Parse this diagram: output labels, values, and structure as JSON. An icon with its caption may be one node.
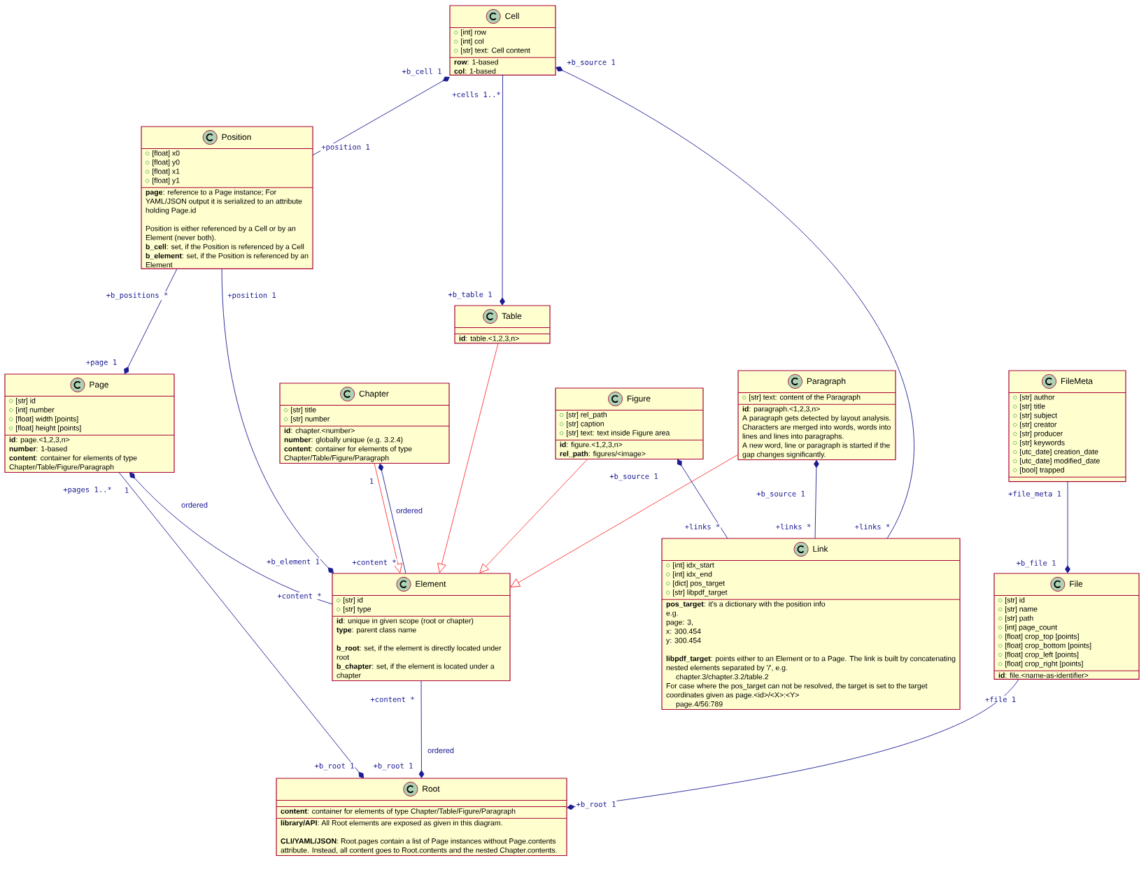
{
  "diagram": {
    "nodes": [
      {
        "text": [
          "Cell",
          "[int] row",
          "[int] col",
          "[str] text: Cell content",
          "**row**: 1-based",
          "**col**: 1-based"
        ]
      },
      {
        "text": [
          "Position",
          "[float] x0",
          "[float] y0",
          "[float] x1",
          "[float] y1",
          "**page**: reference to a Page instance; For YAML/JSON output it is serialized to an attribute holding Page.id",
          "Position is either referenced by a Cell or by an Element (never both).",
          "**b_cell**: set, if the Position is referenced by a Cell",
          "**b_element**: set, if the Position is referenced by an Element"
        ]
      },
      {
        "text": [
          "Table",
          "**id**: table.<1,2,3,n>"
        ]
      },
      {
        "text": [
          "Page",
          "[str] id",
          "[int] number",
          "[float] width [points]",
          "[float] height [points]",
          "**id**: page.<1,2,3,n>",
          "**number**: 1-based",
          "**content**: container for elements of type Chapter/Table/Figure/Paragraph"
        ]
      },
      {
        "text": [
          "Chapter",
          "[str] title",
          "[str] number",
          "**id**: chapter.<number>",
          "**number**: globally unique (e.g. 3.2.4)",
          "**content**: container for elements of type Chapter/Table/Figure/Paragraph"
        ]
      },
      {
        "text": [
          "Figure",
          "[str] rel_path",
          "[str] caption",
          "[str] text: text inside Figure area",
          "**id**: figure.<1,2,3,n>",
          "**rel_path**: figures/<image>"
        ]
      },
      {
        "text": [
          "Paragraph",
          "[str] text: content of the Paragraph",
          "**id**: paragraph.<1,2,3,n>",
          "A paragraph gets detected by layout analysis. Characters are merged into words, words into lines and lines into paragraphs.",
          "A new word, line or paragraph is started if the gap changes significantly."
        ]
      },
      {
        "text": [
          "FileMeta",
          "[str] author",
          "[str] title",
          "[str] subject",
          "[str] creator",
          "[str] producer",
          "[str] keywords",
          "[utc_date] creation_date",
          "[utc_date] modified_date",
          "[bool] trapped"
        ]
      },
      {
        "text": [
          "Element",
          "[str] id",
          "[str] type",
          "**id**: unique in given scope (root or chapter)",
          "**type**: parent class name",
          "**b_root**: set, if the element is directly located under root",
          "**b_chapter**: set, if the element is located under a chapter"
        ]
      },
      {
        "text": [
          "Link",
          "[int] idx_start",
          "[int] idx_end",
          "[dict] pos_target",
          "[str] libpdf_target",
          "**pos_target**: it's a dictionary with the position info",
          "e.g.",
          "page: 3,",
          "x: 300.454",
          "y: 300.454",
          "**libpdf_target**: points either to an Element or to a Page. The link is built by concatenating nested elements separated by '/', e.g.",
          "chapter.3/chapter.3.2/table.2",
          "For case where the pos_target can not be resolved, the target is set to the target coordinates given as page.<id>/<X>:<Y>",
          "page.4/56:789"
        ]
      },
      {
        "text": [
          "File",
          "[str] id",
          "[str] name",
          "[str] path",
          "[int] page_count",
          "[float] crop_top [points]",
          "[float] crop_bottom [points]",
          "[float] crop_left [points]",
          "[float] crop_right [points]",
          "**id**: file.<name-as-identifier>"
        ]
      },
      {
        "text": [
          "Root",
          "**content**: container for elements of type Chapter/Table/Figure/Paragraph",
          "**library/API**: All Root elements are exposed as given in this diagram.",
          "**CLI/YAML/JSON**: Root.pages contain a list of Page instances without Page.contents attribute. Instead, all content goes to Root.contents and the nested Chapter.contents."
        ]
      }
    ],
    "edges": [
      {
        "from": 0,
        "to": 1,
        "arrow": "other"
      },
      {
        "from": 2,
        "to": 0,
        "arrow": "other"
      },
      {
        "from": 0,
        "to": 9,
        "arrow": "other"
      },
      {
        "from": 3,
        "to": 1,
        "arrow": "other"
      },
      {
        "from": 8,
        "to": 1,
        "arrow": "other"
      },
      {
        "from": 2,
        "to": 8,
        "arrow": "to",
        "color": "#ff3333"
      },
      {
        "from": 3,
        "to": 8,
        "arrow": "other",
        "label": "ordered"
      },
      {
        "from": 11,
        "to": 3,
        "arrow": "other"
      },
      {
        "from": 4,
        "to": 8,
        "arrow": "to",
        "color": "#ff3333"
      },
      {
        "from": 4,
        "to": 8,
        "arrow": "other",
        "label": "ordered"
      },
      {
        "from": 5,
        "to": 8,
        "arrow": "to",
        "color": "#ff3333"
      },
      {
        "from": 6,
        "to": 8,
        "arrow": "to",
        "color": "#ff3333"
      },
      {
        "from": 5,
        "to": 9,
        "arrow": "other"
      },
      {
        "from": 6,
        "to": 9,
        "arrow": "other"
      },
      {
        "from": 10,
        "to": 7,
        "arrow": "other"
      },
      {
        "from": 11,
        "to": 8,
        "arrow": "other",
        "label": "ordered"
      },
      {
        "from": 11,
        "to": 10,
        "arrow": "other"
      }
    ],
    "labels": [
      "+b_cell 1",
      "+b_source 1",
      "+cells 1..*",
      "+position 1",
      "+b_positions *",
      "+position 1",
      "+b_table 1",
      "+page 1",
      "+pages 1..*",
      "1",
      "1",
      "+b_source 1",
      "+b_source 1",
      "+file_meta 1",
      "+links *",
      "+links *",
      "+links *",
      "+b_element 1",
      "+content *",
      "+b_file 1",
      "+content *",
      "+content *",
      "+file 1",
      "+b_root 1",
      "+b_root 1",
      "+b_root 1"
    ]
  }
}
